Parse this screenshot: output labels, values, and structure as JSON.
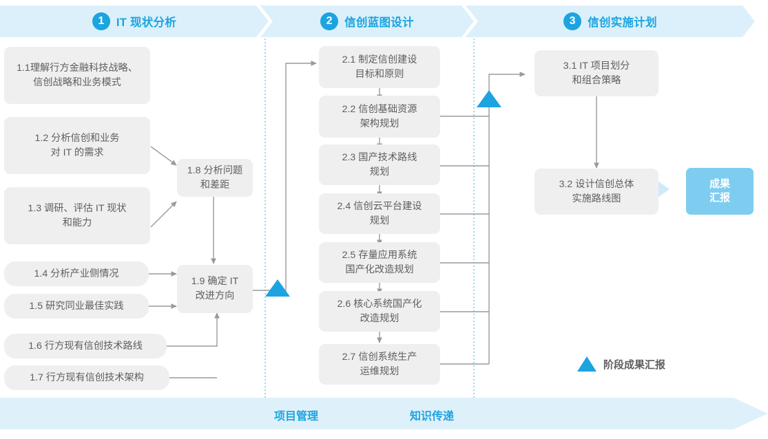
{
  "phases": [
    {
      "num": "1",
      "title": "IT 现状分析"
    },
    {
      "num": "2",
      "title": "信创蓝图设计"
    },
    {
      "num": "3",
      "title": "信创实施计划"
    }
  ],
  "colors": {
    "accent": "#1BA4E0",
    "band": "#DBF0FA",
    "node_bg": "#EFEFEF",
    "node_text": "#5E5E5E",
    "result_bg": "#7ECDF0",
    "arrow_line": "#9A9A9A",
    "divider": "#6FC7EA"
  },
  "phase1_nodes": [
    {
      "id": "1.1",
      "text": "1.1理解行方金融科技战略、\n信创战略和业务模式"
    },
    {
      "id": "1.2",
      "text": "1.2 分析信创和业务\n对 IT 的需求"
    },
    {
      "id": "1.3",
      "text": "1.3 调研、评估 IT 现状\n和能力"
    },
    {
      "id": "1.4",
      "text": "1.4 分析产业侧情况"
    },
    {
      "id": "1.5",
      "text": "1.5 研究同业最佳实践"
    },
    {
      "id": "1.6",
      "text": "1.6 行方现有信创技术路线"
    },
    {
      "id": "1.7",
      "text": "1.7 行方现有信创技术架构"
    },
    {
      "id": "1.8",
      "text": "1.8 分析问题\n和差距"
    },
    {
      "id": "1.9",
      "text": "1.9 确定 IT\n改进方向"
    }
  ],
  "phase2_nodes": [
    {
      "id": "2.1",
      "text": "2.1 制定信创建设\n目标和原则"
    },
    {
      "id": "2.2",
      "text": "2.2 信创基础资源\n架构规划"
    },
    {
      "id": "2.3",
      "text": "2.3 国产技术路线\n规划"
    },
    {
      "id": "2.4",
      "text": "2.4 信创云平台建设\n规划"
    },
    {
      "id": "2.5",
      "text": "2.5 存量应用系统\n国产化改造规划"
    },
    {
      "id": "2.6",
      "text": "2.6 核心系统国产化\n改造规划"
    },
    {
      "id": "2.7",
      "text": "2.7 信创系统生产\n运维规划"
    }
  ],
  "phase3_nodes": [
    {
      "id": "3.1",
      "text": "3.1 IT 项目划分\n和组合策略"
    },
    {
      "id": "3.2",
      "text": "3.2 设计信创总体\n实施路线图"
    }
  ],
  "result": {
    "text": "成果\n汇报"
  },
  "legend": {
    "text": "阶段成果汇报",
    "marker": "triangle"
  },
  "bottom": {
    "labels": [
      "项目管理",
      "知识传递"
    ]
  }
}
